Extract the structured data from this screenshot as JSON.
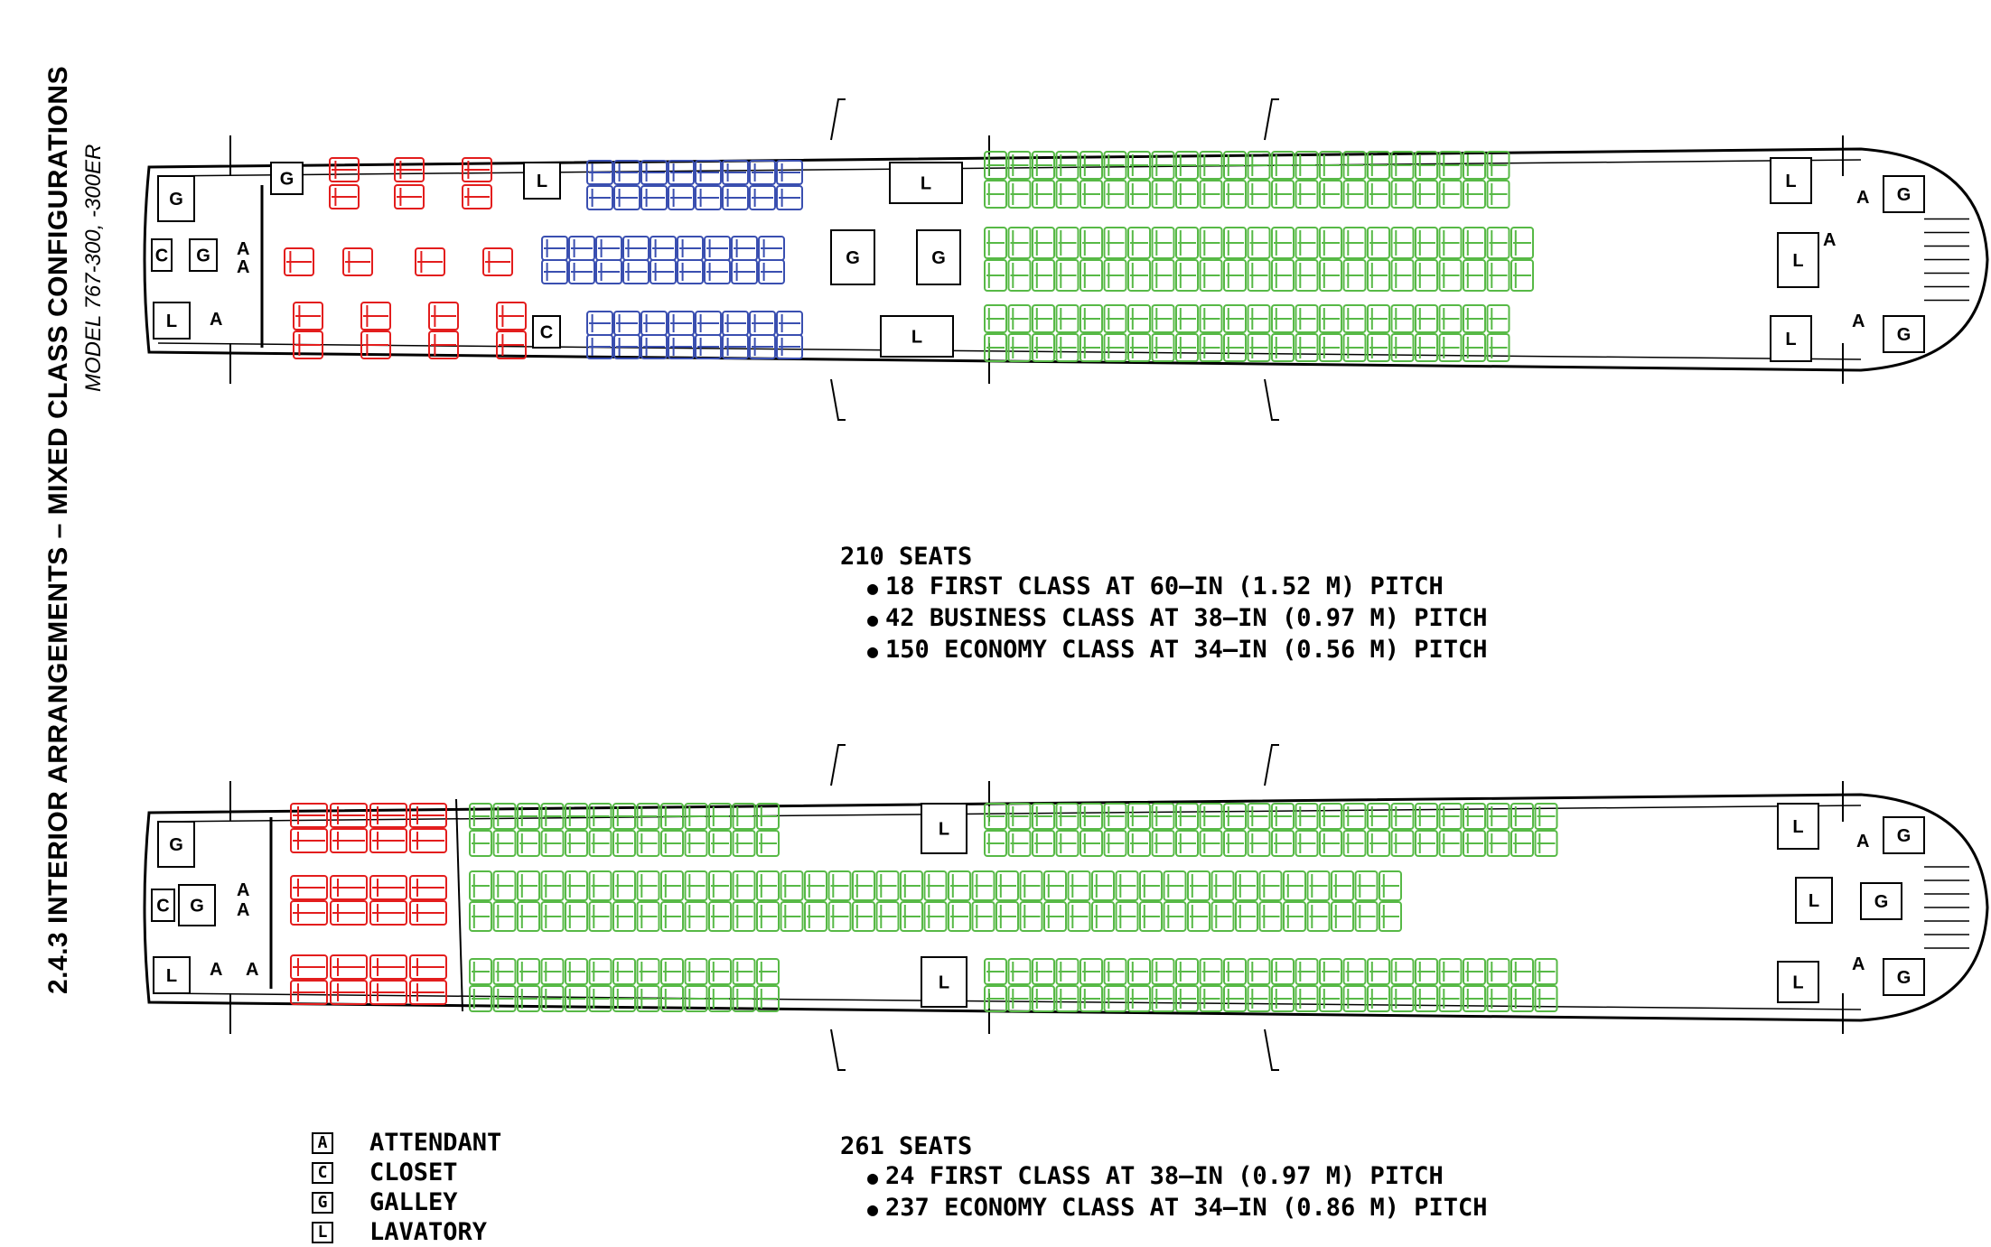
{
  "title": {
    "section": "2.4.3  INTERIOR ARRANGEMENTS – MIXED CLASS CONFIGURATIONS",
    "model": "MODEL 767-300, -300ER"
  },
  "colors": {
    "first": "#e31d1d",
    "business": "#3a4fb0",
    "economy": "#57b946",
    "outline": "#000000"
  },
  "icons": [
    "attendant-seat-icon",
    "closet-icon",
    "galley-icon",
    "lavatory-icon",
    "door-icon"
  ],
  "config1": {
    "total": "210  SEATS",
    "lines": [
      "18  FIRST  CLASS  AT  60–IN  (1.52  M)  PITCH",
      "42  BUSINESS  CLASS  AT  38–IN  (0.97  M)  PITCH",
      "150  ECONOMY  CLASS  AT  34–IN  (0.56  M)  PITCH"
    ]
  },
  "config2": {
    "total": "261  SEATS",
    "lines": [
      "24  FIRST  CLASS  AT  38–IN  (0.97  M)  PITCH",
      "237  ECONOMY  CLASS  AT  34–IN  (0.86  M)  PITCH"
    ]
  },
  "legend": [
    {
      "symbol": "A",
      "label": "ATTENDANT"
    },
    {
      "symbol": "C",
      "label": "CLOSET"
    },
    {
      "symbol": "G",
      "label": "GALLEY"
    },
    {
      "symbol": "L",
      "label": "LAVATORY"
    }
  ]
}
